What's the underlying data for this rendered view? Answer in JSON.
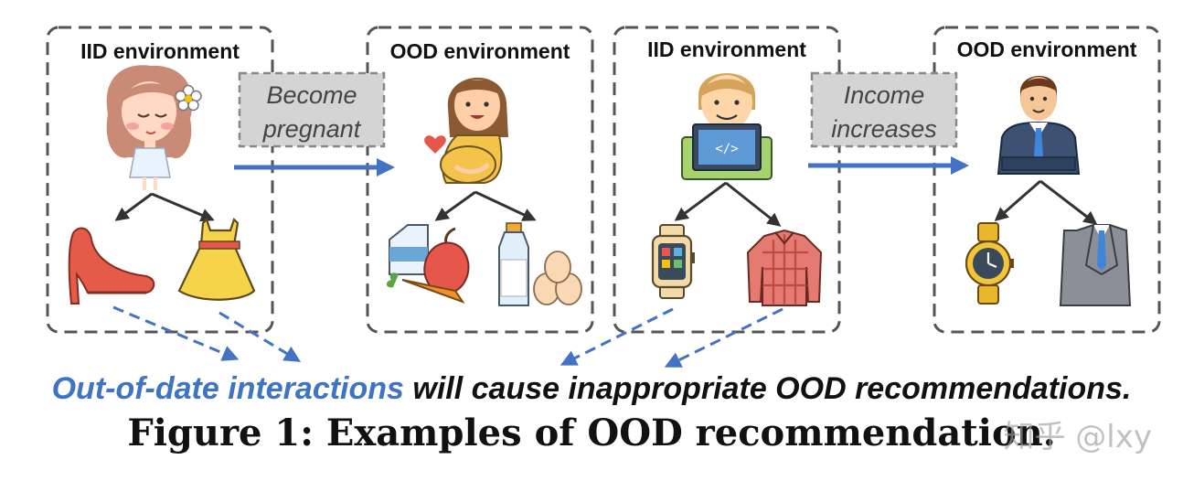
{
  "panels": [
    {
      "title": "IID environment",
      "person": "woman-icon",
      "items": [
        "high-heel-shoe-icon",
        "dress-icon"
      ]
    },
    {
      "title": "OOD environment",
      "person": "pregnant-woman-icon",
      "items": [
        "milk-carton-apple-carrot-icon",
        "bottle-eggs-icon"
      ]
    },
    {
      "title": "IID environment",
      "person": "programmer-icon",
      "items": [
        "smartwatch-icon",
        "plaid-shirt-icon"
      ]
    },
    {
      "title": "OOD environment",
      "person": "businessman-icon",
      "items": [
        "gold-watch-icon",
        "suit-icon"
      ]
    }
  ],
  "transitions": [
    {
      "line1": "Become",
      "line2": "pregnant"
    },
    {
      "line1": "Income",
      "line2": "increases"
    }
  ],
  "statement": {
    "highlight": "Out-of-date interactions",
    "rest": " will cause inappropriate OOD recommendations."
  },
  "caption": "Figure 1: Examples of OOD recommendation.",
  "watermark": "知乎 @lxy",
  "colors": {
    "arrow_blue": "#4472c4",
    "highlight_blue": "#3f74c4",
    "box_gray": "#d4d4d4"
  }
}
